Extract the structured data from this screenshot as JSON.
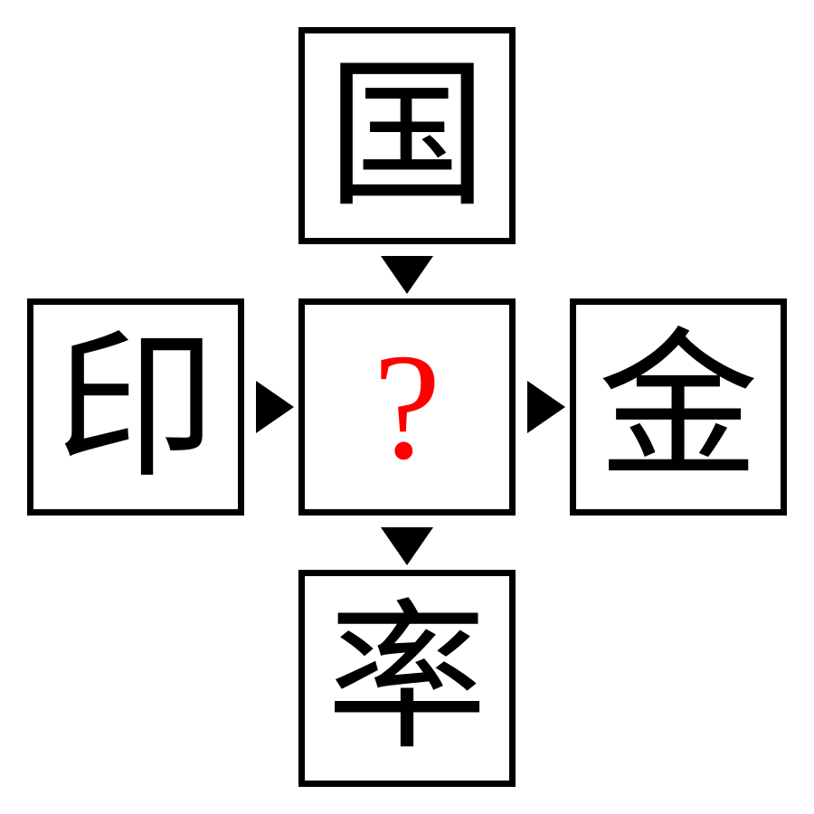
{
  "puzzle": {
    "top_char": "国",
    "left_char": "印",
    "right_char": "金",
    "bottom_char": "率",
    "center_char": "?"
  },
  "colors": {
    "border": "#000000",
    "arrow": "#000000",
    "glyph": "#000000",
    "question": "#ff0000"
  },
  "icons": {
    "arrows": [
      "triangle-down",
      "triangle-right",
      "triangle-right",
      "triangle-down"
    ]
  }
}
